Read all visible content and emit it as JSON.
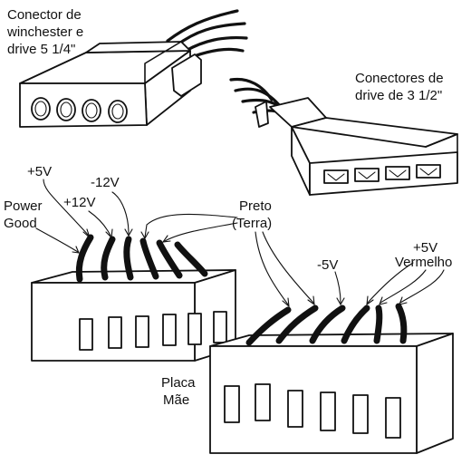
{
  "labels": {
    "molex_connector": [
      "Conector de",
      "winchester e",
      "drive 5 1/4\""
    ],
    "floppy_connector": [
      "Conectores de",
      "drive de 3 1/2\""
    ],
    "plus5v_left": "+5V",
    "plus12v": "+12V",
    "minus12v": "-12V",
    "power_good": [
      "Power",
      "Good"
    ],
    "preto_terra": [
      "Preto",
      "(Terra)"
    ],
    "minus5v": "-5V",
    "plus5v_right": "+5V",
    "vermelho": "Vermelho",
    "placa_mae": [
      "Placa",
      "Mãe"
    ]
  }
}
